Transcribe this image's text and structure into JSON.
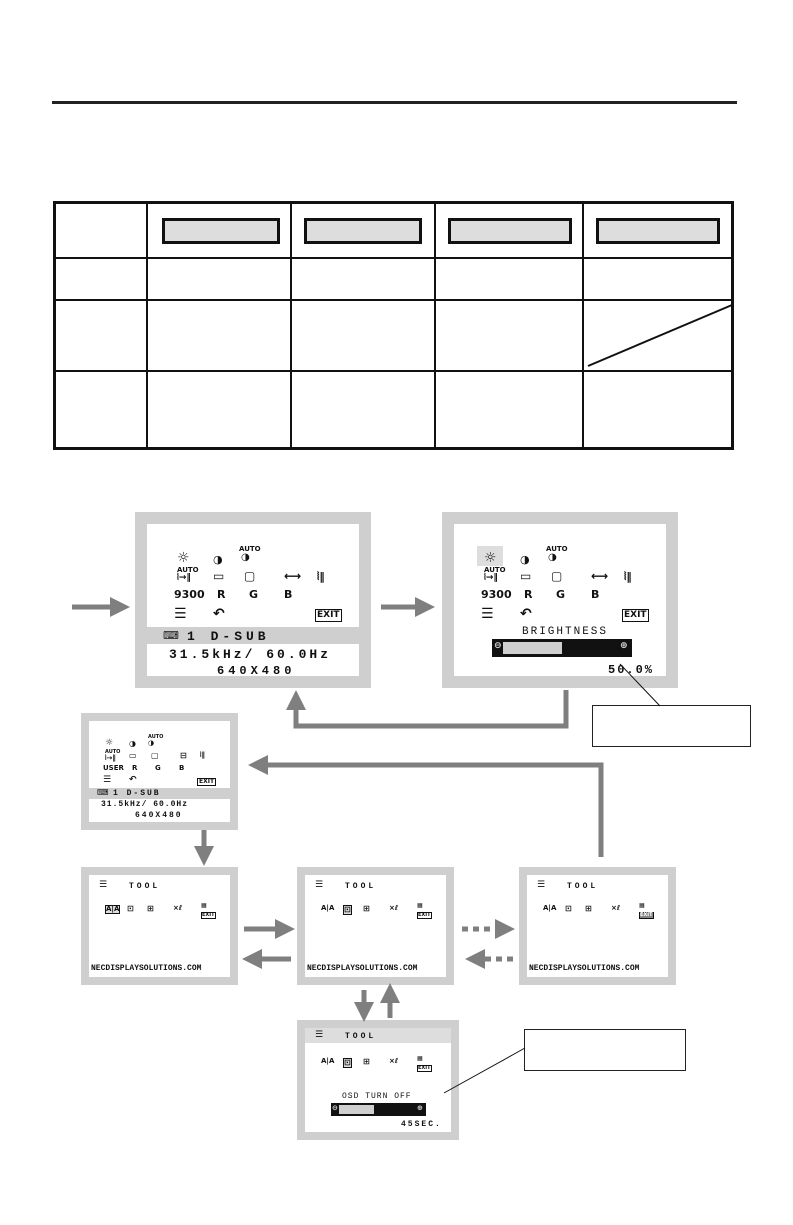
{
  "colors": {
    "osd_frame": "#cfcfcf",
    "arrow": "#7f7f7f",
    "line": "#111111"
  },
  "main_osd": {
    "icons_row1": [
      "brightness-icon",
      "contrast-icon",
      "auto-contrast-icon"
    ],
    "auto_label": "AUTO",
    "row2_icons": [
      "auto-adjust-icon",
      "left-right-icon",
      "up-down-icon",
      "h-size-icon",
      "fine-icon"
    ],
    "color_labels": [
      "9300",
      "R",
      "G",
      "B"
    ],
    "user_label": "USER",
    "exit_label": "EXIT",
    "input": "1 D-SUB",
    "frequency": "31.5kHz/ 60.0Hz",
    "resolution": "640X480"
  },
  "brightness_osd": {
    "label": "BRIGHTNESS",
    "value": "50.0%",
    "level": 0.5
  },
  "tool_menu": {
    "title": "TOOL",
    "website": "NECDISPLAYSOLUTIONS.COM",
    "osd_turn_off_label": "OSD TURN OFF",
    "osd_turn_off_value": "45SEC.",
    "osd_turn_off_level": 0.45
  }
}
